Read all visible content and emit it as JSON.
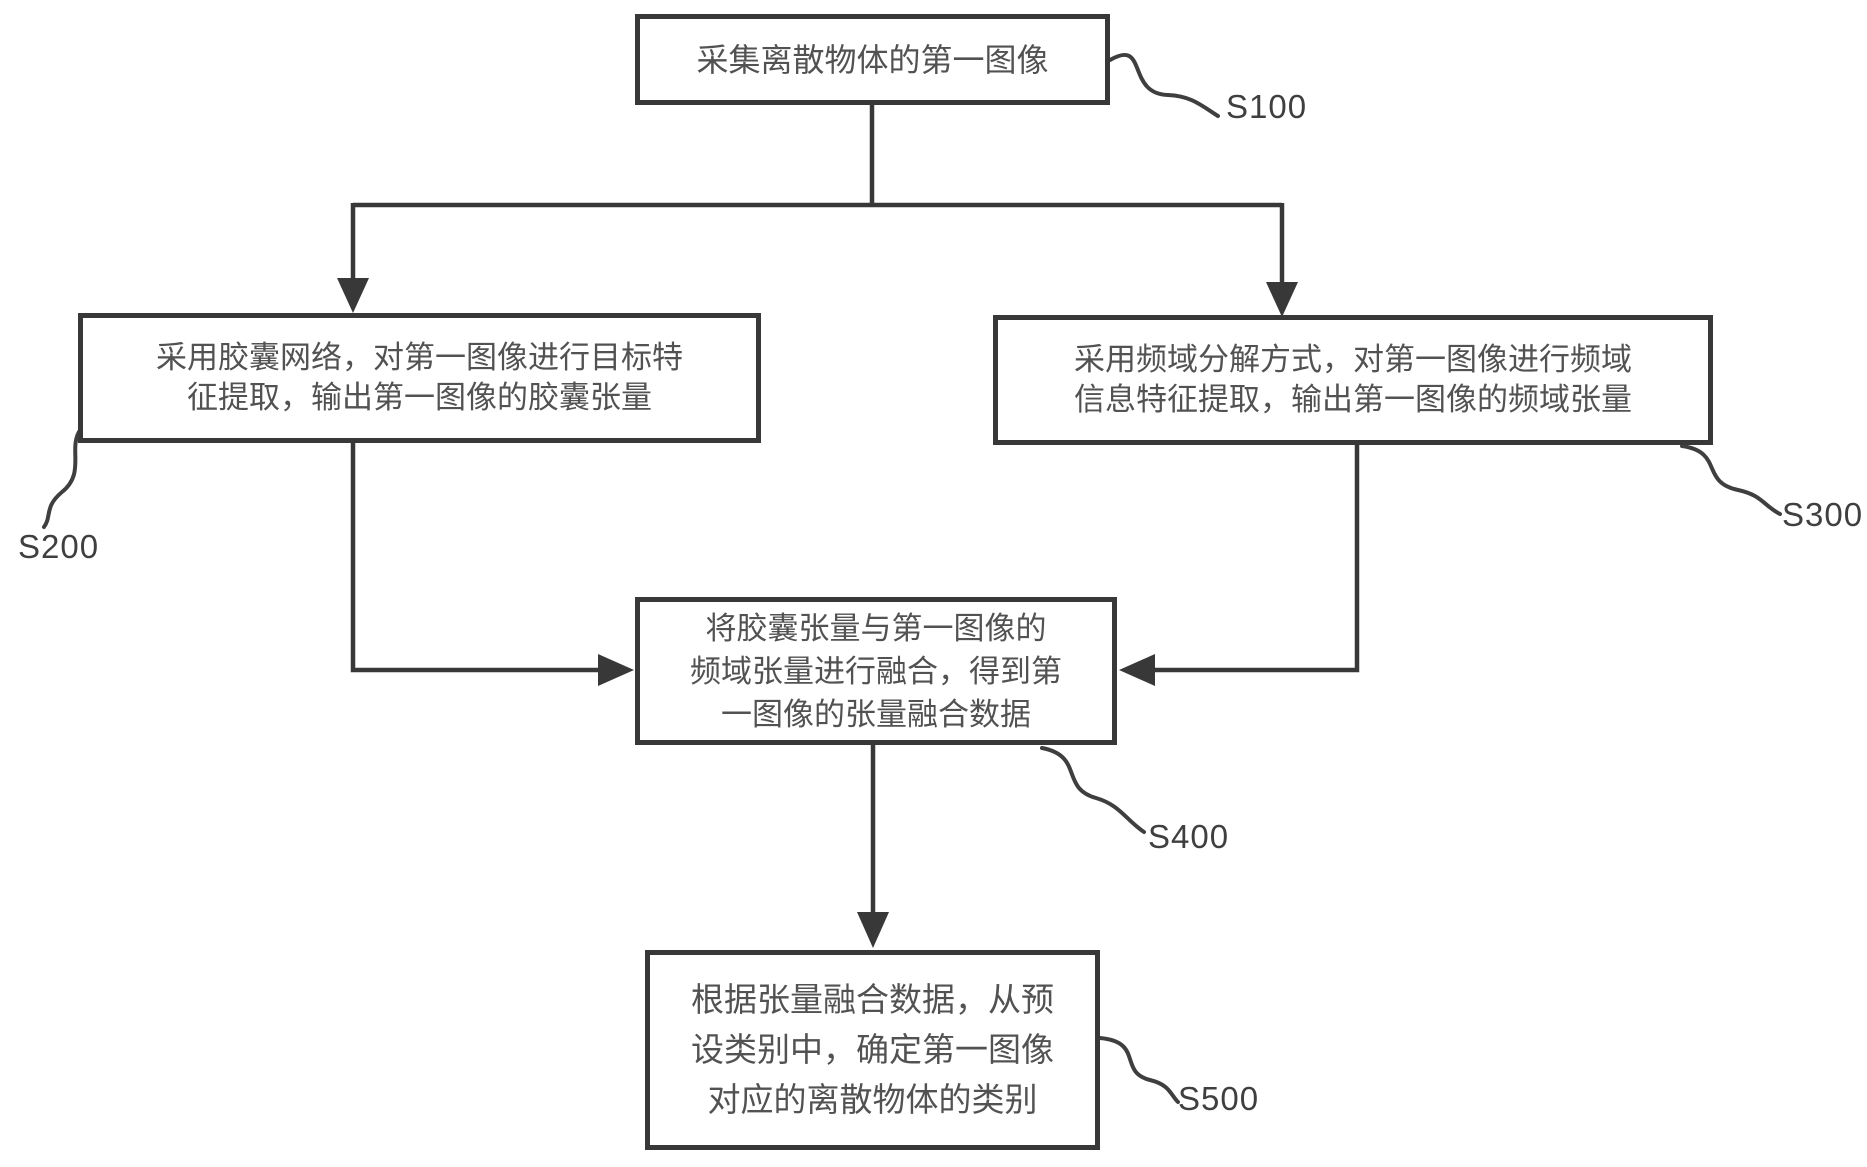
{
  "colors": {
    "background": "#ffffff",
    "line": "#383838",
    "box_border": "#383838",
    "box_text": "#525252",
    "label_text": "#3f3f3f"
  },
  "diagram": {
    "nodes": [
      {
        "id": "s100",
        "step_label": "S100",
        "lines": [
          "采集离散物体的第一图像"
        ]
      },
      {
        "id": "s200",
        "step_label": "S200",
        "lines": [
          "采用胶囊网络，对第一图像进行目标特",
          "征提取，输出第一图像的胶囊张量"
        ]
      },
      {
        "id": "s300",
        "step_label": "S300",
        "lines": [
          "采用频域分解方式，对第一图像进行频域",
          "信息特征提取，输出第一图像的频域张量"
        ]
      },
      {
        "id": "s400",
        "step_label": "S400",
        "lines": [
          "将胶囊张量与第一图像的",
          "频域张量进行融合，得到第",
          "一图像的张量融合数据"
        ]
      },
      {
        "id": "s500",
        "step_label": "S500",
        "lines": [
          "根据张量融合数据，从预",
          "设类别中，确定第一图像",
          "对应的离散物体的类别"
        ]
      }
    ],
    "edges": [
      {
        "from": "s100",
        "to": "s200"
      },
      {
        "from": "s100",
        "to": "s300"
      },
      {
        "from": "s200",
        "to": "s400"
      },
      {
        "from": "s300",
        "to": "s400"
      },
      {
        "from": "s400",
        "to": "s500"
      }
    ]
  }
}
